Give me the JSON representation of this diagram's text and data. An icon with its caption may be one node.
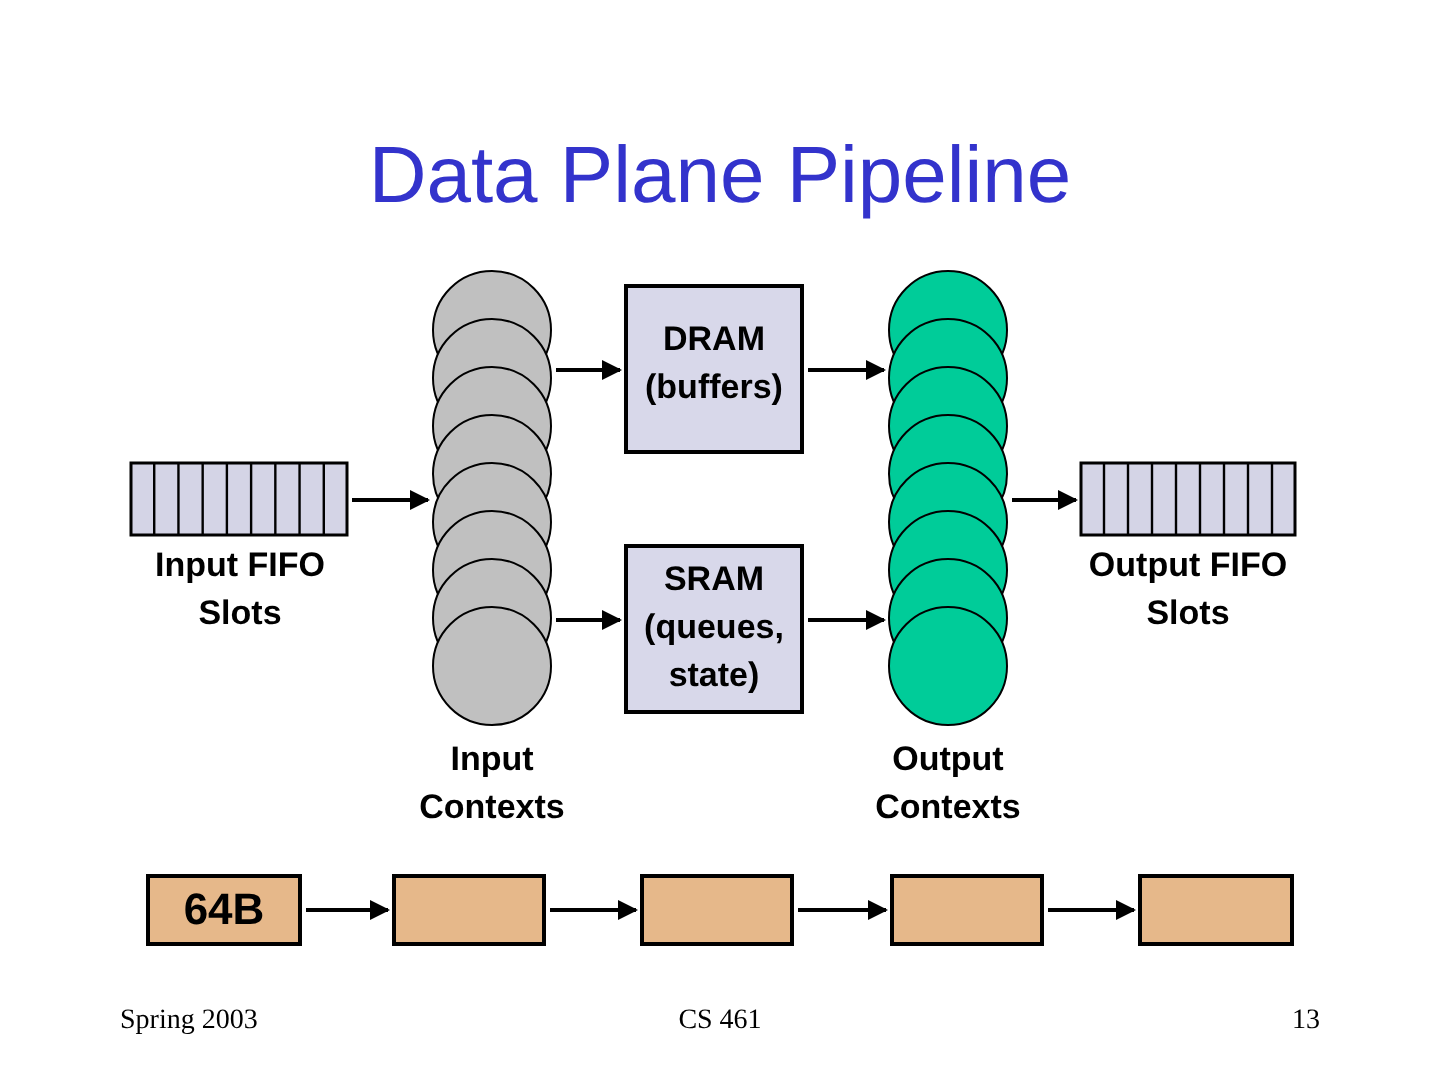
{
  "diagram": {
    "title": "Data Plane Pipeline",
    "nodes": [
      {
        "text": [
          "Input FIFO Slots"
        ]
      },
      {
        "text": [
          "Input Contexts"
        ]
      },
      {
        "text": [
          "DRAM (buffers)"
        ]
      },
      {
        "text": [
          "SRAM (queues, state)"
        ]
      },
      {
        "text": [
          "Output Contexts"
        ]
      },
      {
        "text": [
          "Output FIFO Slots"
        ]
      },
      {
        "text": [
          "64B"
        ]
      },
      {
        "text": [],
        "shape": "box"
      },
      {
        "text": [],
        "shape": "box"
      },
      {
        "text": [],
        "shape": "box"
      },
      {
        "text": [],
        "shape": "box"
      }
    ],
    "edges": [
      {
        "from": 0,
        "to": 1,
        "arrow": "to"
      },
      {
        "from": 1,
        "to": 2,
        "arrow": "to"
      },
      {
        "from": 1,
        "to": 3,
        "arrow": "to"
      },
      {
        "from": 2,
        "to": 4,
        "arrow": "to"
      },
      {
        "from": 3,
        "to": 4,
        "arrow": "to"
      },
      {
        "from": 4,
        "to": 5,
        "arrow": "to"
      },
      {
        "from": 6,
        "to": 7,
        "arrow": "to"
      },
      {
        "from": 7,
        "to": 8,
        "arrow": "to"
      },
      {
        "from": 8,
        "to": 9,
        "arrow": "to"
      },
      {
        "from": 9,
        "to": 10,
        "arrow": "to"
      }
    ],
    "labels": [
      "Spring 2003",
      "CS 461",
      "13"
    ]
  }
}
